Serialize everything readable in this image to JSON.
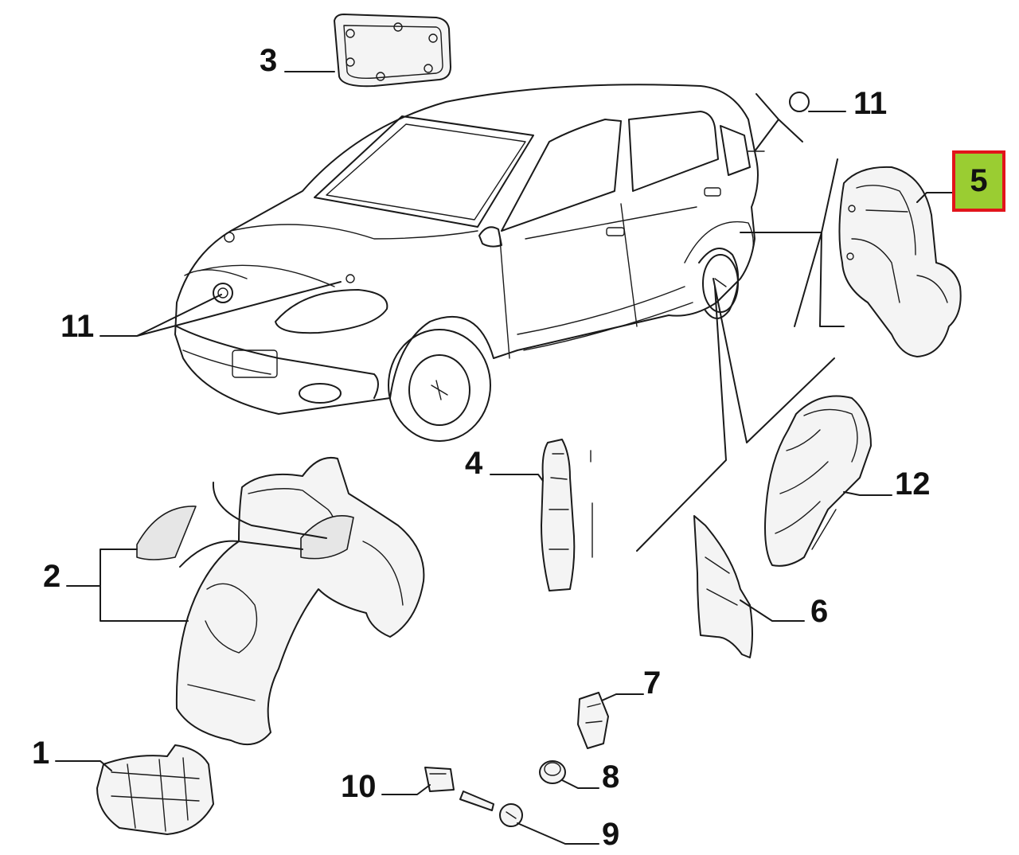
{
  "callouts": [
    {
      "id": "c3",
      "label": "3"
    },
    {
      "id": "c11a",
      "label": "11"
    },
    {
      "id": "c11b",
      "label": "11"
    },
    {
      "id": "c5",
      "label": "5"
    },
    {
      "id": "c4",
      "label": "4"
    },
    {
      "id": "c12",
      "label": "12"
    },
    {
      "id": "c2",
      "label": "2"
    },
    {
      "id": "c6",
      "label": "6"
    },
    {
      "id": "c7",
      "label": "7"
    },
    {
      "id": "c1",
      "label": "1"
    },
    {
      "id": "c10",
      "label": "10"
    },
    {
      "id": "c8",
      "label": "8"
    },
    {
      "id": "c9",
      "label": "9"
    }
  ],
  "highlight": {
    "label": "5",
    "fill": "#9acd32",
    "border": "#e2141b"
  }
}
